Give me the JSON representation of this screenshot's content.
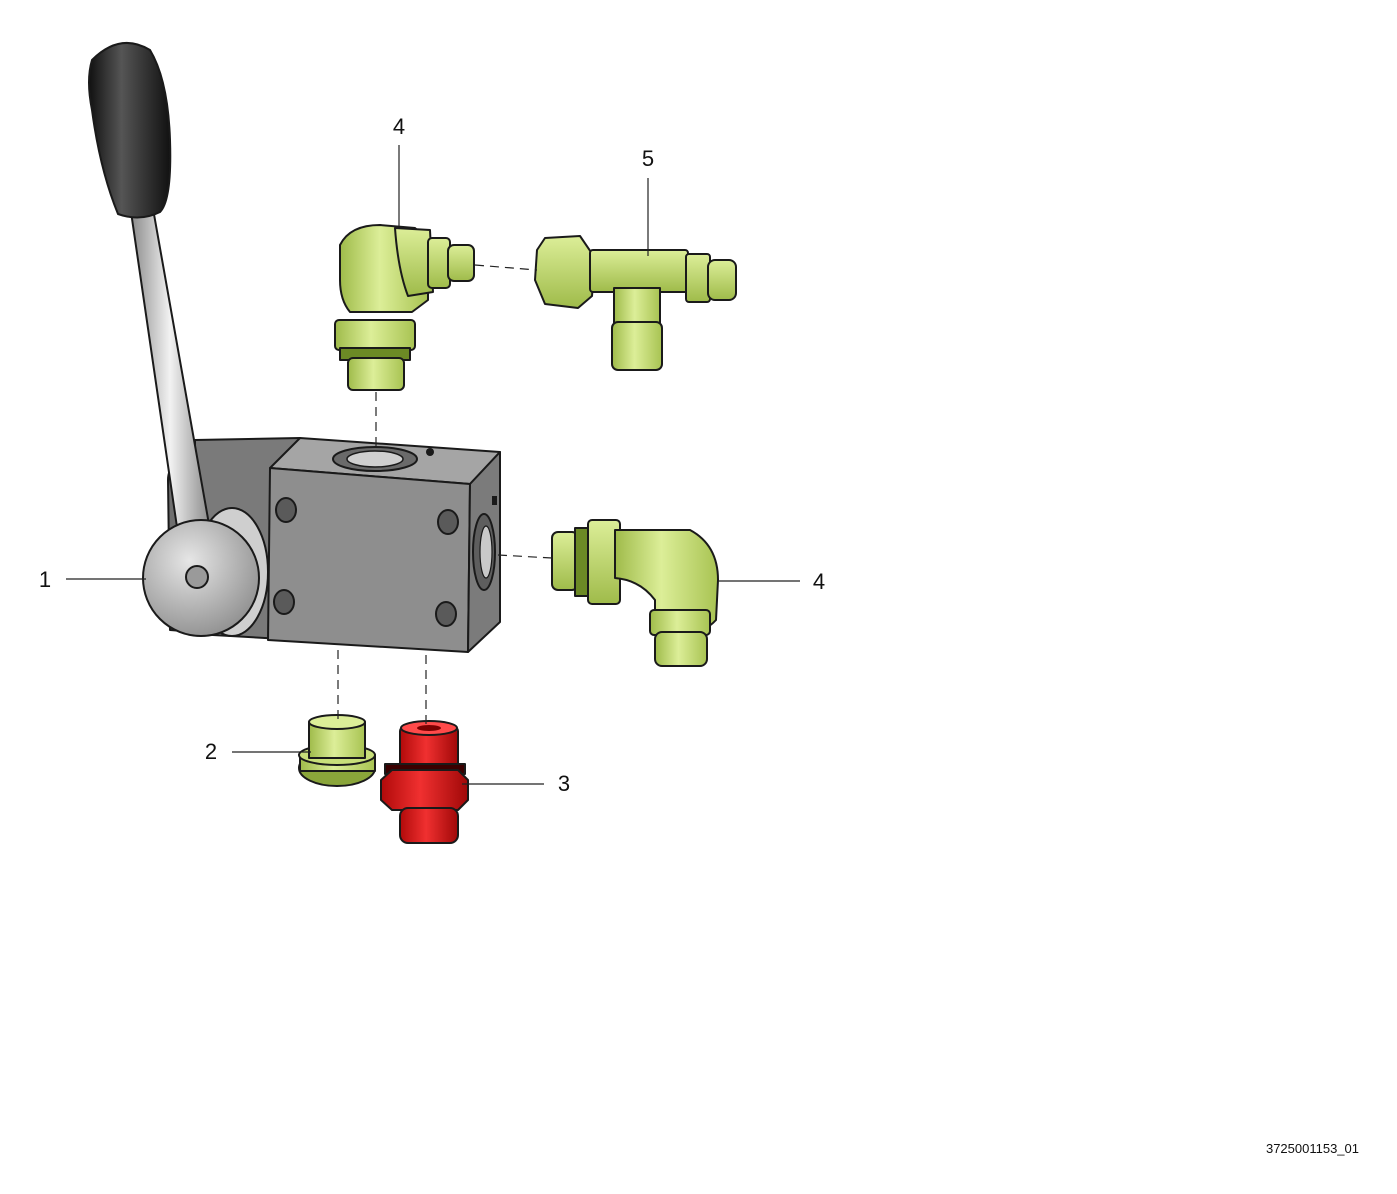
{
  "figure_id": "3725001153_01",
  "callouts": {
    "c1": "1",
    "c2": "2",
    "c3": "3",
    "c4_top": "4",
    "c4_right": "4",
    "c5": "5"
  },
  "colors": {
    "fitting_green": "#c8df7a",
    "fitting_shadow": "#8aa53a",
    "valve_body": "#8e8e8e",
    "handle_knob": "#222222",
    "lever_rod": "#c9c9c9",
    "plug_red": "#e01515"
  }
}
